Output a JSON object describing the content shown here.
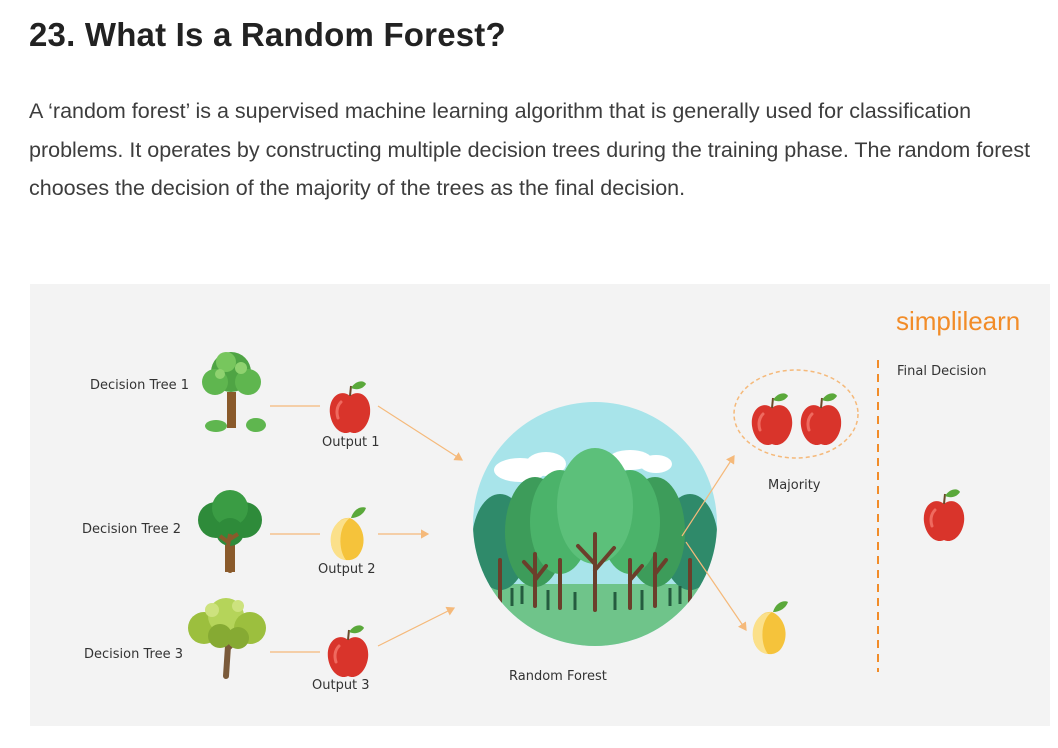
{
  "heading": "23. What Is a Random Forest?",
  "paragraph": "A ‘random forest’ is a supervised machine learning algorithm that is generally used for classification problems. It operates by constructing multiple decision trees during the training phase. The random forest chooses the decision of the majority of the trees as the final decision.",
  "diagram": {
    "trees": [
      {
        "label": "Decision Tree 1",
        "output_label": "Output 1",
        "output": "apple"
      },
      {
        "label": "Decision Tree 2",
        "output_label": "Output 2",
        "output": "mango"
      },
      {
        "label": "Decision Tree 3",
        "output_label": "Output 3",
        "output": "apple"
      }
    ],
    "center_label": "Random Forest",
    "majority_label": "Majority",
    "final_label": "Final Decision",
    "logo_text": "simplilearn",
    "colors": {
      "apple": "#d9342b",
      "mango": "#f5c33b",
      "arrow": "#f5b97a",
      "accent": "#f28c28",
      "forest_sky": "#a8e4ea",
      "forest_ground": "#6fc48a"
    }
  }
}
